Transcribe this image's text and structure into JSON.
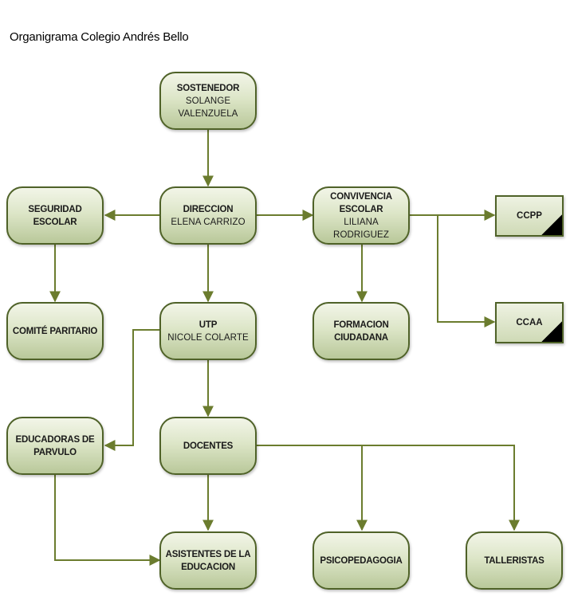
{
  "title": "Organigrama Colegio Andrés Bello",
  "colors": {
    "line": "#6b7c2e",
    "border": "#4f6228",
    "fill_top": "#f2f5e8",
    "fill_bottom": "#b9c89a"
  },
  "nodes": {
    "sostenedor": {
      "name": "SOSTENEDOR",
      "person": [
        "SOLANGE",
        "VALENZUELA"
      ]
    },
    "direccion": {
      "name": "DIRECCION",
      "person": [
        "ELENA CARRIZO"
      ]
    },
    "seguridad": {
      "name": [
        "SEGURIDAD",
        "ESCOLAR"
      ]
    },
    "convivencia": {
      "name": [
        "CONVIVENCIA",
        "ESCOLAR"
      ],
      "person": [
        "LILIANA",
        "RODRIGUEZ"
      ]
    },
    "ccpp": {
      "name": "CCPP"
    },
    "ccaa": {
      "name": "CCAA"
    },
    "comite": {
      "name": "COMITÉ PARITARIO"
    },
    "utp": {
      "name": "UTP",
      "person": [
        "NICOLE COLARTE"
      ]
    },
    "formacion": {
      "name": [
        "FORMACION",
        "CIUDADANA"
      ]
    },
    "educadoras": {
      "name": [
        "EDUCADORAS DE",
        "PARVULO"
      ]
    },
    "docentes": {
      "name": "DOCENTES"
    },
    "asistentes": {
      "name": [
        "ASISTENTES DE LA",
        "EDUCACION"
      ]
    },
    "psicopedagogia": {
      "name": "PSICOPEDAGOGIA"
    },
    "talleristas": {
      "name": "TALLERISTAS"
    }
  }
}
